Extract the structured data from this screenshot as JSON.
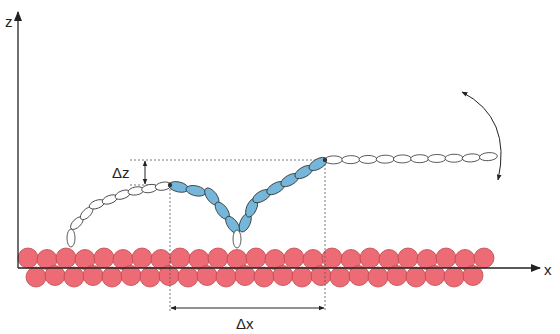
{
  "diagram": {
    "labels": [
      "z",
      "x",
      "Δz",
      "Δx"
    ]
  }
}
